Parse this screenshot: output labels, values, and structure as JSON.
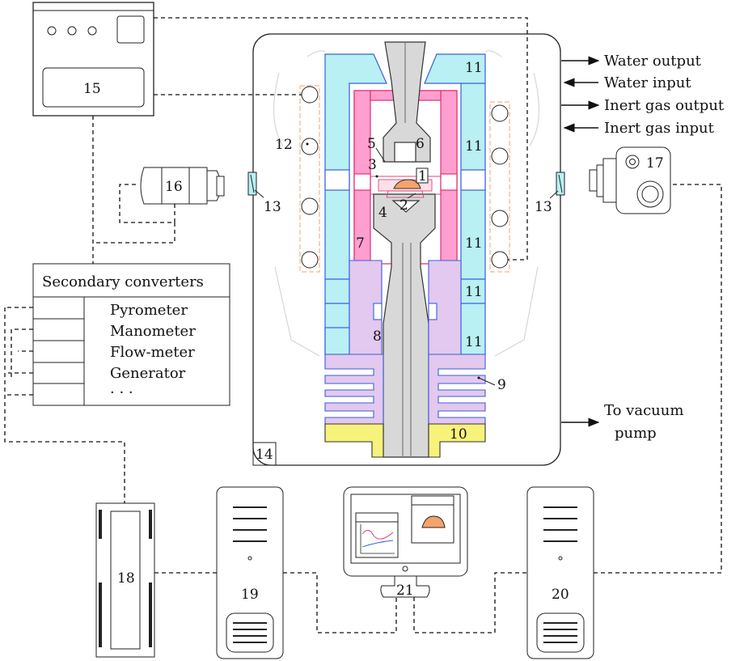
{
  "numbers": {
    "n1": "1",
    "n2": "2",
    "n3": "3",
    "n4": "4",
    "n5": "5",
    "n6": "6",
    "n7": "7",
    "n8": "8",
    "n9": "9",
    "n10": "10",
    "n11": "11",
    "n12": "12",
    "n13": "13",
    "n14": "14",
    "n15": "15",
    "n16": "16",
    "n17": "17",
    "n18": "18",
    "n19": "19",
    "n20": "20",
    "n21": "21"
  },
  "flows": {
    "water_output": "Water output",
    "water_input": "Water input",
    "gas_output": "Inert gas output",
    "gas_input": "Inert gas input",
    "vacuum_line1": "To vacuum",
    "vacuum_line2": "pump"
  },
  "converters": {
    "title": "Secondary converters",
    "items": [
      "Pyrometer",
      "Manometer",
      "Flow-meter",
      "Generator",
      "· · ·"
    ]
  },
  "colors": {
    "cooling": "#b8f0f4",
    "cooling_edge": "#3a5fd9",
    "heater": "#ff9fd0",
    "heater_edge": "#e0306f",
    "base": "#e3c8ef",
    "flange": "#f7f27a",
    "rod": "#d8d8d8",
    "sample": "#f5a36b",
    "coil": "#f5a36b"
  }
}
